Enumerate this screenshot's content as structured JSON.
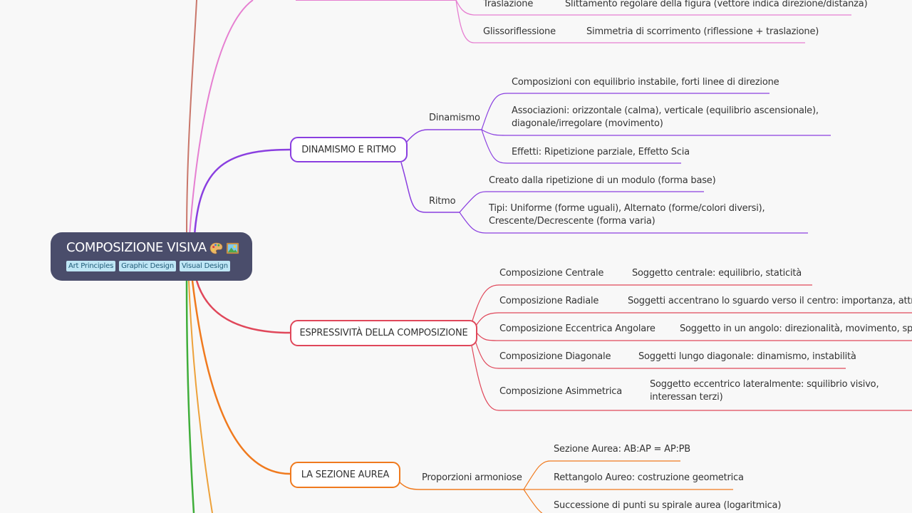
{
  "root": {
    "title": "COMPOSIZIONE VISIVA",
    "icons": [
      "palette-icon",
      "framed-picture-icon"
    ],
    "tags": [
      "Art Principles",
      "Graphic Design",
      "Visual Design"
    ]
  },
  "simmetria": {
    "items": [
      {
        "label": "Traslazione",
        "desc": "Slittamento regolare della figura (vettore indica direzione/distanza)"
      },
      {
        "label": "Glissoriflessione",
        "desc": "Simmetria di scorrimento (riflessione + traslazione)"
      }
    ]
  },
  "dinamismo_ritmo": {
    "title": "DINAMISMO E RITMO",
    "dinamismo": {
      "label": "Dinamismo",
      "items": [
        "Composizioni con equilibrio instabile, forti linee di direzione",
        "Associazioni: orizzontale (calma), verticale (equilibrio ascensionale), diagonale/irregolare (movimento)",
        "Effetti: Ripetizione parziale, Effetto Scia"
      ]
    },
    "ritmo": {
      "label": "Ritmo",
      "items": [
        "Creato dalla ripetizione di un modulo (forma base)",
        "Tipi: Uniforme (forme uguali), Alternato (forme/colori diversi), Crescente/Decrescente (forma varia)"
      ]
    }
  },
  "espressivita": {
    "title": "ESPRESSIVITÀ DELLA COMPOSIZIONE",
    "items": [
      {
        "label": "Composizione Centrale",
        "desc": "Soggetto centrale: equilibrio, staticità"
      },
      {
        "label": "Composizione Radiale",
        "desc": "Soggetti accentrano lo sguardo verso il centro: importanza, attrazio"
      },
      {
        "label": "Composizione Eccentrica Angolare",
        "desc": "Soggetto in un angolo: direzionalità, movimento, spost"
      },
      {
        "label": "Composizione Diagonale",
        "desc": "Soggetti lungo diagonale: dinamismo, instabilità"
      },
      {
        "label": "Composizione Asimmetrica",
        "desc": "Soggetto eccentrico lateralmente: squilibrio visivo, interessan terzi)"
      }
    ]
  },
  "sezione_aurea": {
    "title": "LA SEZIONE AUREA",
    "proporzioni": {
      "label": "Proporzioni armoniose",
      "items": [
        "Sezione Aurea: AB:AP = AP:PB",
        "Rettangolo Aureo: costruzione geometrica",
        "Successione di punti su spirale aurea (logaritmica)"
      ]
    }
  },
  "colors": {
    "root_bg": "#4a4d6b",
    "simmetria": "#e67fd1",
    "dinamismo": "#8a3fe0",
    "espressivita": "#e0475a",
    "sezione_aurea": "#f07a1e",
    "trunk_brown": "#c9766a",
    "trunk_green": "#3fae3a",
    "trunk_orange2": "#eda13a",
    "tag_bg": "#bfe6f5"
  }
}
